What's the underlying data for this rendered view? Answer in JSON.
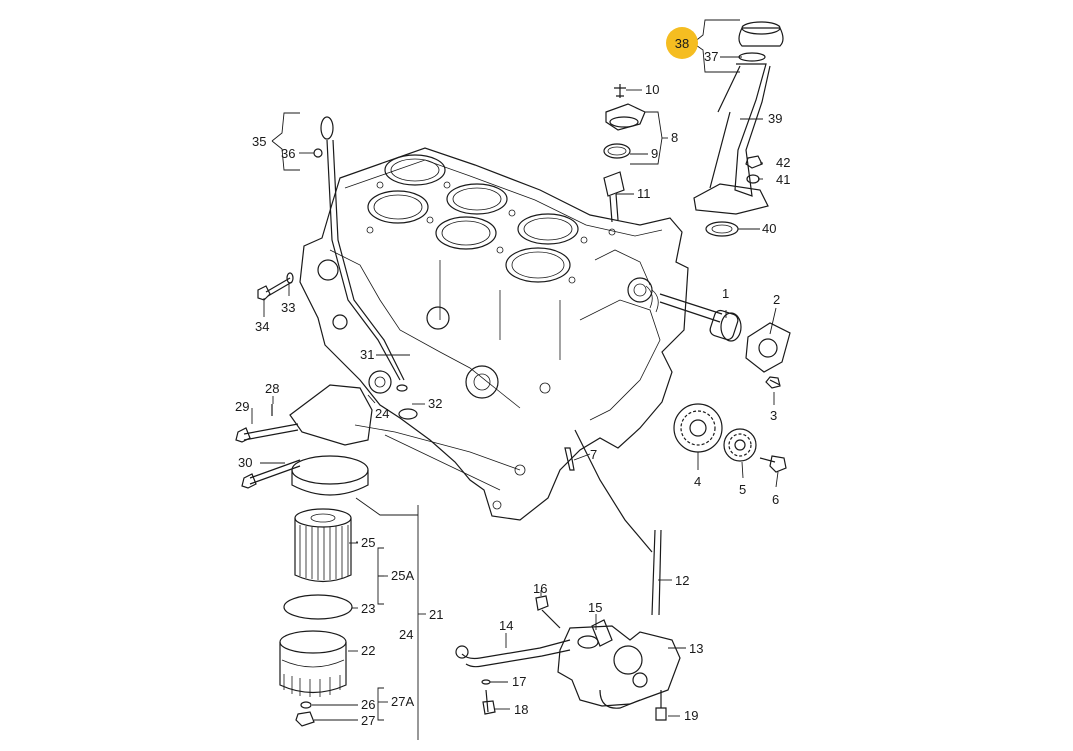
{
  "diagram": {
    "highlight_color": "#f5bd21",
    "labels": {
      "p1": "1",
      "p2": "2",
      "p3": "3",
      "p4": "4",
      "p5": "5",
      "p6": "6",
      "p7": "7",
      "p8": "8",
      "p9": "9",
      "p10": "10",
      "p11": "11",
      "p12": "12",
      "p13": "13",
      "p14": "14",
      "p15": "15",
      "p16": "16",
      "p17": "17",
      "p18": "18",
      "p19": "19",
      "p21": "21",
      "p22": "22",
      "p23": "23",
      "p24a": "24",
      "p24b": "24",
      "p25": "25",
      "p25A": "25A",
      "p26": "26",
      "p27": "27",
      "p27A": "27A",
      "p28": "28",
      "p29": "29",
      "p30": "30",
      "p31": "31",
      "p32": "32",
      "p33": "33",
      "p34": "34",
      "p35": "35",
      "p36": "36",
      "p37": "37",
      "p38": "38",
      "p39": "39",
      "p40": "40",
      "p41": "41",
      "p42": "42"
    }
  }
}
